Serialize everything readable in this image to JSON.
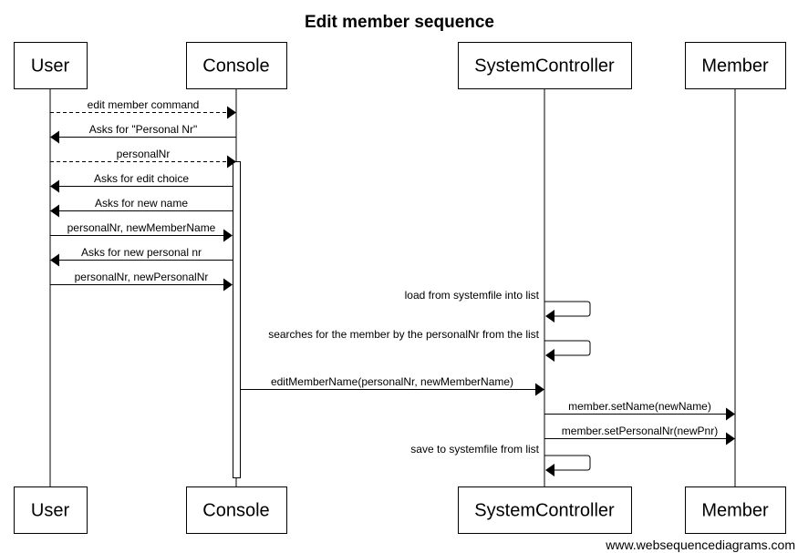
{
  "title": "Edit member sequence",
  "footer": "www.websequencediagrams.com",
  "participants": [
    {
      "id": "user",
      "label": "User"
    },
    {
      "id": "console",
      "label": "Console"
    },
    {
      "id": "controller",
      "label": "SystemController"
    },
    {
      "id": "member",
      "label": "Member"
    }
  ],
  "messages": [
    {
      "from": "user",
      "to": "console",
      "style": "dashed",
      "text": "edit member command"
    },
    {
      "from": "console",
      "to": "user",
      "style": "solid",
      "text": "Asks for \"Personal Nr\""
    },
    {
      "from": "user",
      "to": "console",
      "style": "dashed",
      "text": "personalNr"
    },
    {
      "from": "console",
      "to": "user",
      "style": "solid",
      "text": "Asks for edit choice"
    },
    {
      "from": "console",
      "to": "user",
      "style": "solid",
      "text": "Asks for new name"
    },
    {
      "from": "user",
      "to": "console",
      "style": "solid",
      "text": "personalNr, newMemberName"
    },
    {
      "from": "console",
      "to": "user",
      "style": "solid",
      "text": "Asks for new personal nr"
    },
    {
      "from": "user",
      "to": "console",
      "style": "solid",
      "text": "personalNr, newPersonalNr"
    },
    {
      "from": "controller",
      "to": "controller",
      "style": "self",
      "text": "load from systemfile into list"
    },
    {
      "from": "controller",
      "to": "controller",
      "style": "self",
      "text": "searches for the member by the personalNr from the list"
    },
    {
      "from": "console",
      "to": "controller",
      "style": "solid",
      "text": "editMemberName(personalNr, newMemberName)"
    },
    {
      "from": "controller",
      "to": "member",
      "style": "solid",
      "text": "member.setName(newName)"
    },
    {
      "from": "controller",
      "to": "member",
      "style": "solid",
      "text": "member.setPersonalNr(newPnr)"
    },
    {
      "from": "controller",
      "to": "controller",
      "style": "self",
      "text": "save to systemfile from list"
    }
  ]
}
